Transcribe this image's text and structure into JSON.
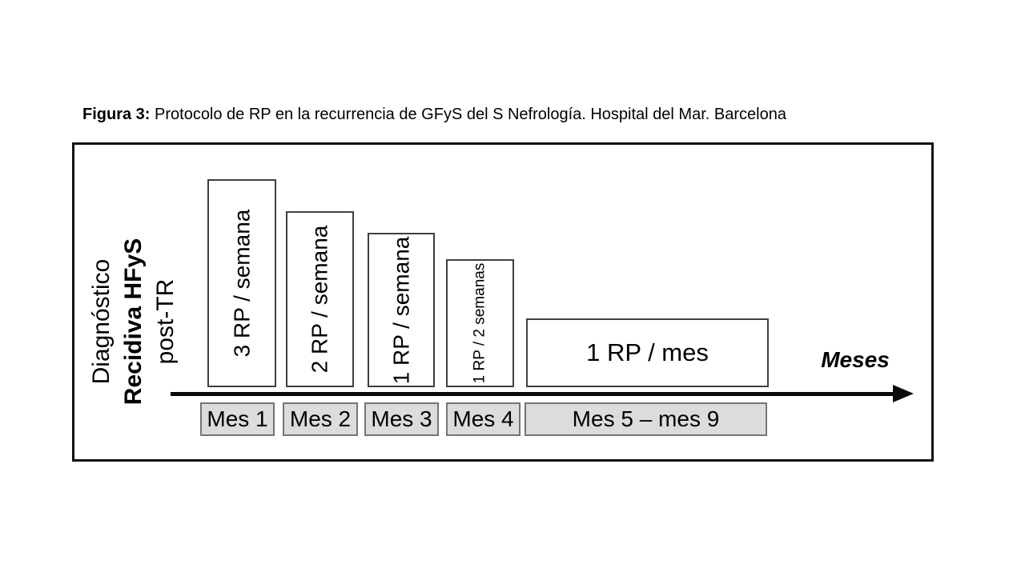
{
  "caption": {
    "prefix": "Figura 3:",
    "text": " Protocolo de RP en la recurrencia de GFyS del S Nefrología. Hospital del Mar. Barcelona"
  },
  "figure": {
    "left_label": {
      "line1": "Diagnóstico",
      "line2": "Recidiva HFyS",
      "line3": "post-TR"
    },
    "axis_label": "Meses",
    "phases": [
      {
        "label": "3 RP / semana",
        "month": "Mes 1"
      },
      {
        "label": "2 RP / semana",
        "month": "Mes 2"
      },
      {
        "label": "1 RP / semana",
        "month": "Mes 3"
      },
      {
        "label": "1 RP / 2 semanas",
        "month": "Mes 4"
      },
      {
        "label": "1 RP / mes",
        "month": "Mes 5 – mes 9"
      }
    ],
    "colors": {
      "frame_border": "#111111",
      "phase_box_fill": "#ffffff",
      "phase_box_border": "#3f3f3f",
      "month_box_fill": "#dcdcdc",
      "month_box_border": "#757575",
      "arrow": "#0a0a0a",
      "text": "#000000"
    }
  }
}
